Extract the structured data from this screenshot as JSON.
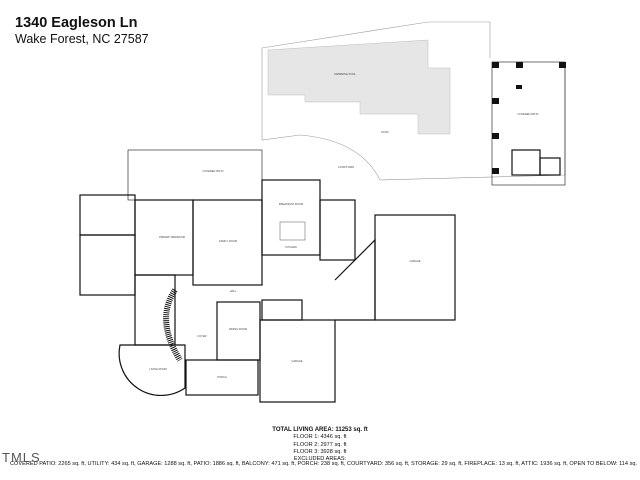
{
  "header": {
    "address": "1340 Eagleson Ln",
    "city_state_zip": "Wake Forest, NC 27587"
  },
  "summary": {
    "total": "TOTAL LIVING AREA: 11253 sq. ft",
    "floors": [
      "FLOOR 1: 4346 sq. ft",
      "FLOOR 2: 2977 sq. ft",
      "FLOOR 3: 3928 sq. ft"
    ],
    "excluded_heading": "EXCLUDED AREAS:",
    "excluded": "COVERED PATIO: 2265 sq. ft, UTILITY: 434 sq. ft, GARAGE: 1288 sq. ft, PATIO: 1886 sq. ft, BALCONY: 471 sq. ft, PORCH: 238 sq. ft, COURTYARD: 356 sq. ft, STORAGE: 29 sq. ft, FIREPLACE: 13 sq. ft, ATTIC: 1936 sq. ft, OPEN TO BELOW: 114 sq."
  },
  "logo": "TMLS",
  "colors": {
    "pool": "#e6e6e6",
    "walls": "#111111"
  }
}
